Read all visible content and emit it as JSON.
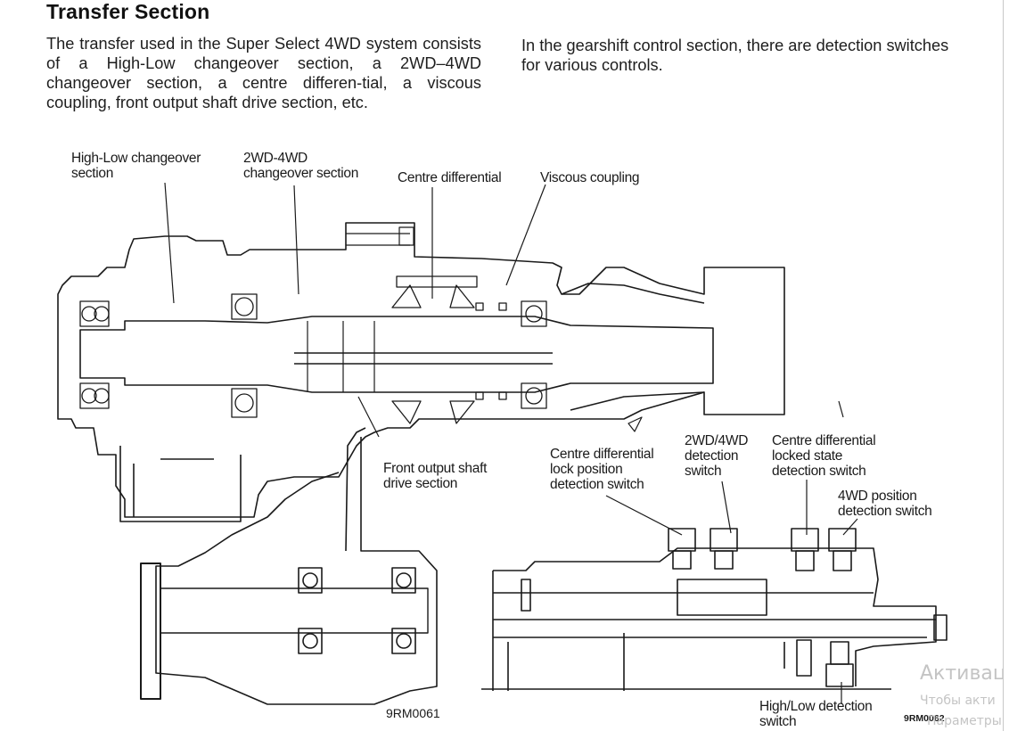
{
  "document": {
    "title": "Transfer Section",
    "paragraph_left": "The transfer used in the Super Select 4WD system consists of a High-Low changeover section, a 2WD–4WD changeover section, a centre differen-tial, a viscous coupling, front output shaft drive section, etc.",
    "paragraph_right": "In the gearshift control section, there are detection switches for various controls."
  },
  "figure_transfer": {
    "labels": {
      "high_low": "High-Low changeover\nsection",
      "twowd_fourwd": "2WD-4WD\nchangeover section",
      "centre_diff": "Centre differential",
      "viscous": "Viscous coupling",
      "front_output": "Front output shaft\ndrive section"
    },
    "figure_code": "9RM0061"
  },
  "figure_gearshift": {
    "labels": {
      "cd_lock_pos": "Centre differential\nlock position\ndetection switch",
      "twowd_fourwd_switch": "2WD/4WD\ndetection\nswitch",
      "cd_locked_state": "Centre differential\nlocked state\ndetection switch",
      "fourwd_position": "4WD position\ndetection switch",
      "high_low_switch": "High/Low detection\nswitch"
    },
    "figure_code": "9RM0062"
  },
  "overlay": {
    "watermark_line1": "Активац",
    "watermark_line2": "Чтобы акти",
    "watermark_line3": "Параметры"
  }
}
